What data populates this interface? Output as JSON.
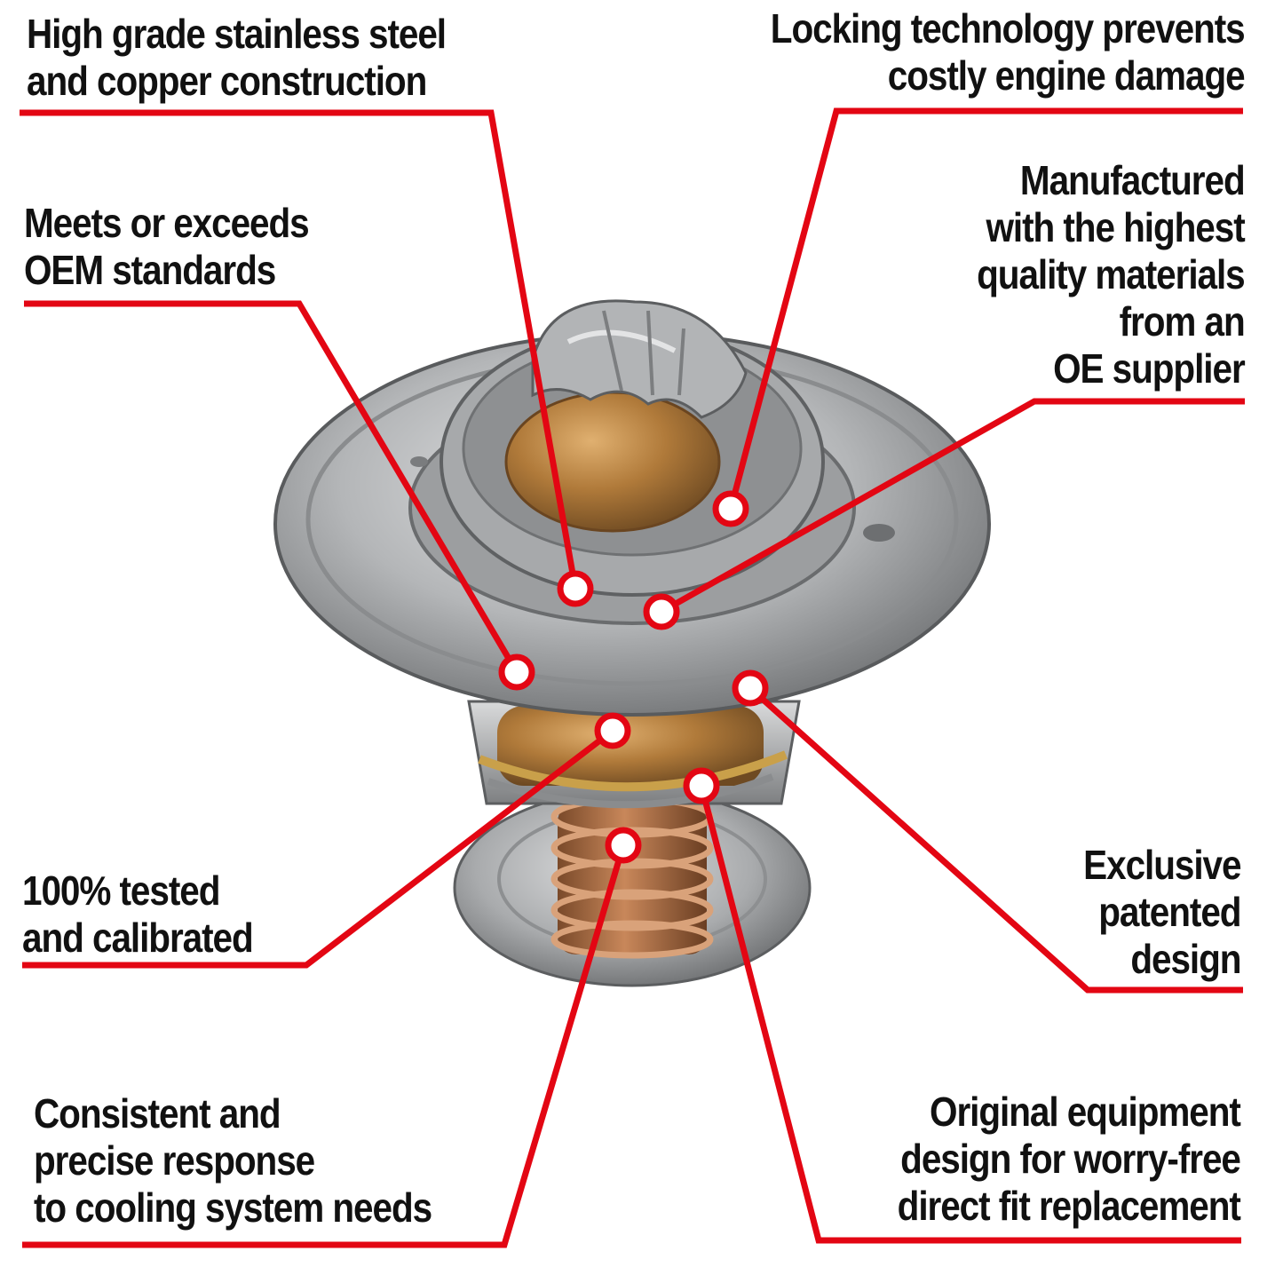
{
  "colors": {
    "accent": "#e30613",
    "text": "#111111",
    "background": "#ffffff",
    "steel": "#a6a8aa",
    "copper": "#b07a3a"
  },
  "callouts": [
    {
      "id": "stainless-copper",
      "lines": [
        "High grade stainless steel",
        "and copper construction"
      ]
    },
    {
      "id": "locking-technology",
      "lines": [
        "Locking technology prevents",
        "costly engine damage"
      ]
    },
    {
      "id": "oem-standards",
      "lines": [
        "Meets or exceeds",
        "OEM standards"
      ]
    },
    {
      "id": "quality-materials",
      "lines": [
        "Manufactured",
        "with the highest",
        "quality materials",
        "from an",
        "OE supplier"
      ]
    },
    {
      "id": "tested-calibrated",
      "lines": [
        "100% tested",
        "and calibrated"
      ]
    },
    {
      "id": "patented-design",
      "lines": [
        "Exclusive",
        "patented",
        "design"
      ]
    },
    {
      "id": "consistent-response",
      "lines": [
        "Consistent and",
        "precise response",
        "to cooling system needs"
      ]
    },
    {
      "id": "direct-fit",
      "lines": [
        "Original equipment",
        "design for worry-free",
        "direct fit replacement"
      ]
    }
  ]
}
